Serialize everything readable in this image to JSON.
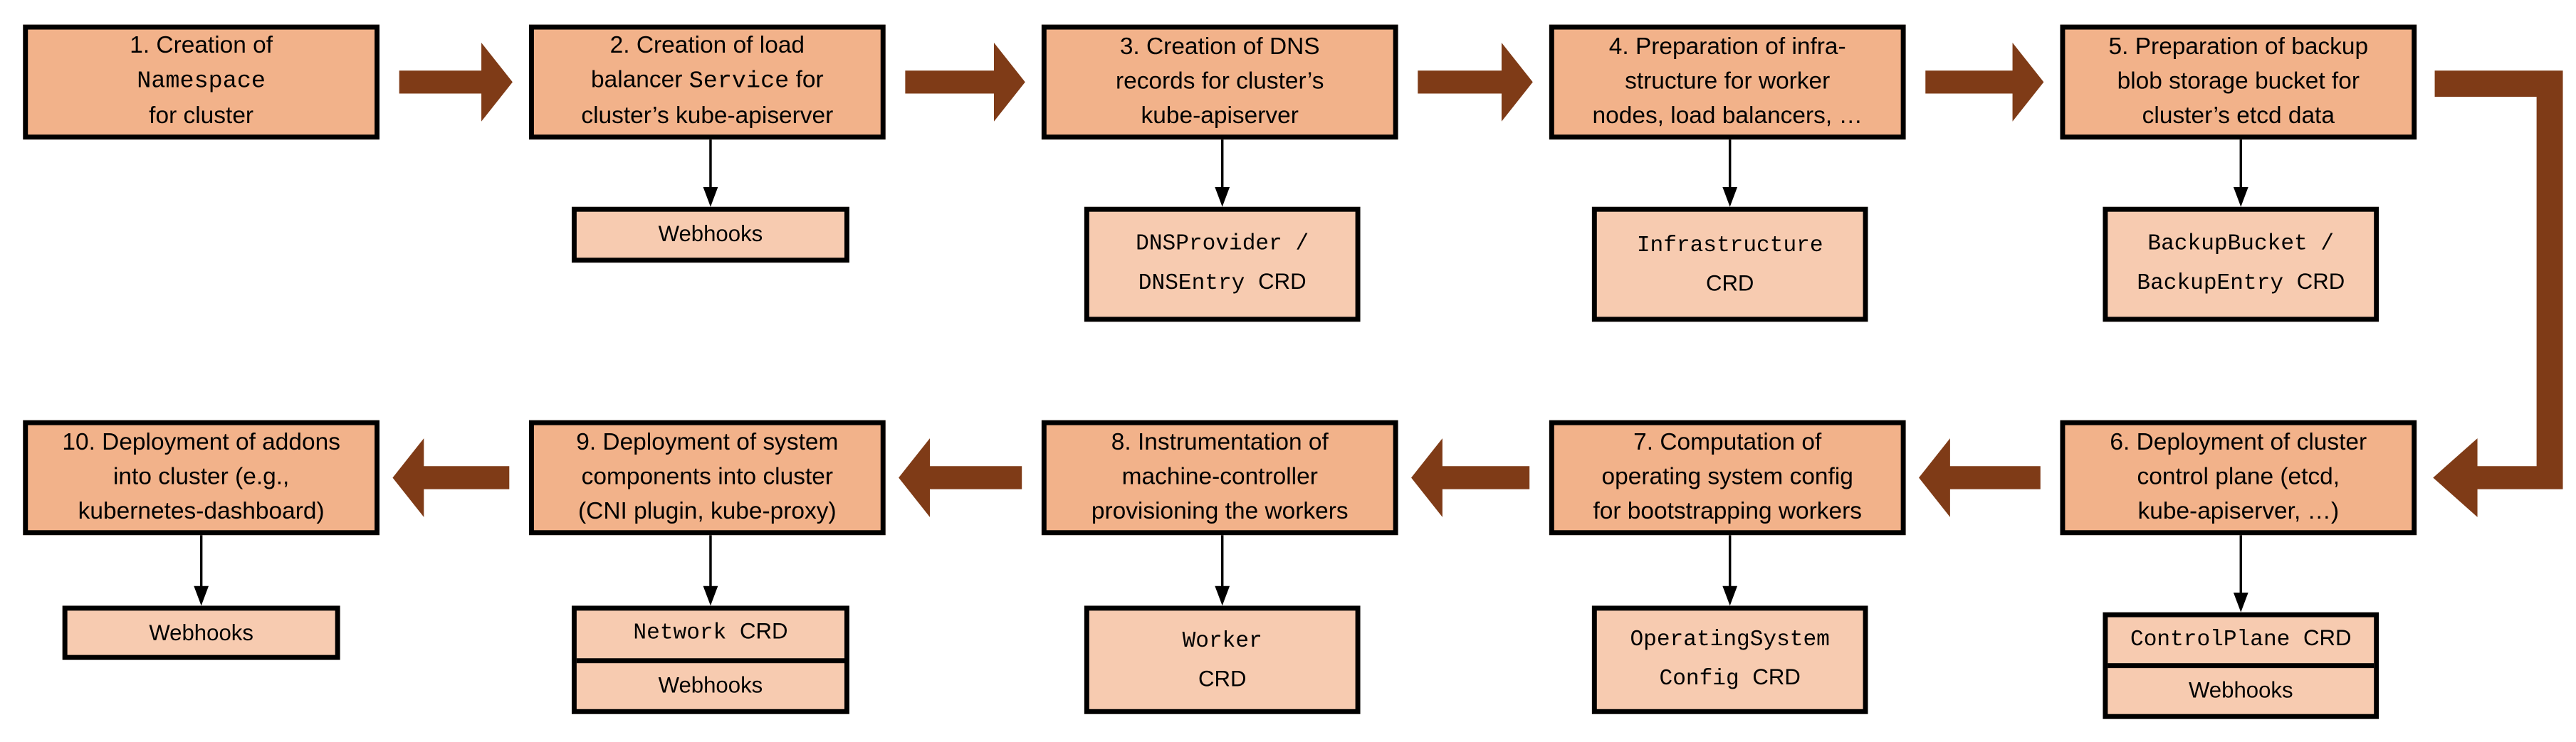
{
  "colors": {
    "step_fill": "#F2B28A",
    "resource_fill": "#F7CBB0",
    "flow_arrow": "#7F3B17",
    "border": "#000000"
  },
  "steps": [
    {
      "lines": [
        [
          {
            "t": "1. Creation of"
          }
        ],
        [
          {
            "t": "Namespace",
            "mono": true
          }
        ],
        [
          {
            "t": "for cluster"
          }
        ]
      ]
    },
    {
      "lines": [
        [
          {
            "t": "2. Creation of load"
          }
        ],
        [
          {
            "t": "balancer "
          },
          {
            "t": "Service",
            "mono": true
          },
          {
            "t": " for"
          }
        ],
        [
          {
            "t": "cluster’s kube-apiserver"
          }
        ]
      ]
    },
    {
      "lines": [
        [
          {
            "t": "3. Creation of DNS"
          }
        ],
        [
          {
            "t": "records for cluster’s"
          }
        ],
        [
          {
            "t": "kube-apiserver"
          }
        ]
      ]
    },
    {
      "lines": [
        [
          {
            "t": "4. Preparation of infra-"
          }
        ],
        [
          {
            "t": "structure for worker"
          }
        ],
        [
          {
            "t": "nodes, load balancers, …"
          }
        ]
      ]
    },
    {
      "lines": [
        [
          {
            "t": "5. Preparation of backup"
          }
        ],
        [
          {
            "t": "blob storage bucket for"
          }
        ],
        [
          {
            "t": "cluster’s etcd data"
          }
        ]
      ]
    },
    {
      "lines": [
        [
          {
            "t": "6. Deployment of cluster"
          }
        ],
        [
          {
            "t": "control plane (etcd,"
          }
        ],
        [
          {
            "t": "kube-apiserver, …)"
          }
        ]
      ]
    },
    {
      "lines": [
        [
          {
            "t": "7. Computation of"
          }
        ],
        [
          {
            "t": "operating system config"
          }
        ],
        [
          {
            "t": "for bootstrapping workers"
          }
        ]
      ]
    },
    {
      "lines": [
        [
          {
            "t": "8. Instrumentation of"
          }
        ],
        [
          {
            "t": "machine-controller"
          }
        ],
        [
          {
            "t": "provisioning the workers"
          }
        ]
      ]
    },
    {
      "lines": [
        [
          {
            "t": "9. Deployment of system"
          }
        ],
        [
          {
            "t": "components into cluster"
          }
        ],
        [
          {
            "t": "(CNI plugin, kube-proxy)"
          }
        ]
      ]
    },
    {
      "lines": [
        [
          {
            "t": "10. Deployment of addons"
          }
        ],
        [
          {
            "t": "into cluster (e.g.,"
          }
        ],
        [
          {
            "t": "kubernetes-dashboard)"
          }
        ]
      ]
    }
  ],
  "resources": [
    null,
    {
      "cells": [
        [
          [
            {
              "t": "Webhooks"
            }
          ]
        ]
      ]
    },
    {
      "cells": [
        [
          [
            {
              "t": "DNSProvider /",
              "mono": true
            }
          ],
          [
            {
              "t": "DNSEntry ",
              "mono": true
            },
            {
              "t": "CRD"
            }
          ]
        ]
      ]
    },
    {
      "cells": [
        [
          [
            {
              "t": "Infrastructure",
              "mono": true
            }
          ],
          [
            {
              "t": "CRD"
            }
          ]
        ]
      ]
    },
    {
      "cells": [
        [
          [
            {
              "t": "BackupBucket /",
              "mono": true
            }
          ],
          [
            {
              "t": "BackupEntry ",
              "mono": true
            },
            {
              "t": "CRD"
            }
          ]
        ]
      ]
    },
    {
      "cells": [
        [
          [
            {
              "t": "ControlPlane ",
              "mono": true
            },
            {
              "t": "CRD"
            }
          ]
        ],
        [
          [
            {
              "t": "Webhooks"
            }
          ]
        ]
      ]
    },
    {
      "cells": [
        [
          [
            {
              "t": "OperatingSystem",
              "mono": true
            }
          ],
          [
            {
              "t": "Config ",
              "mono": true
            },
            {
              "t": "CRD"
            }
          ]
        ]
      ]
    },
    {
      "cells": [
        [
          [
            {
              "t": "Worker",
              "mono": true
            }
          ],
          [
            {
              "t": "CRD"
            }
          ]
        ]
      ]
    },
    {
      "cells": [
        [
          [
            {
              "t": "Network ",
              "mono": true
            },
            {
              "t": "CRD"
            }
          ]
        ],
        [
          [
            {
              "t": "Webhooks"
            }
          ]
        ]
      ]
    },
    {
      "cells": [
        [
          [
            {
              "t": "Webhooks"
            }
          ]
        ]
      ]
    }
  ]
}
